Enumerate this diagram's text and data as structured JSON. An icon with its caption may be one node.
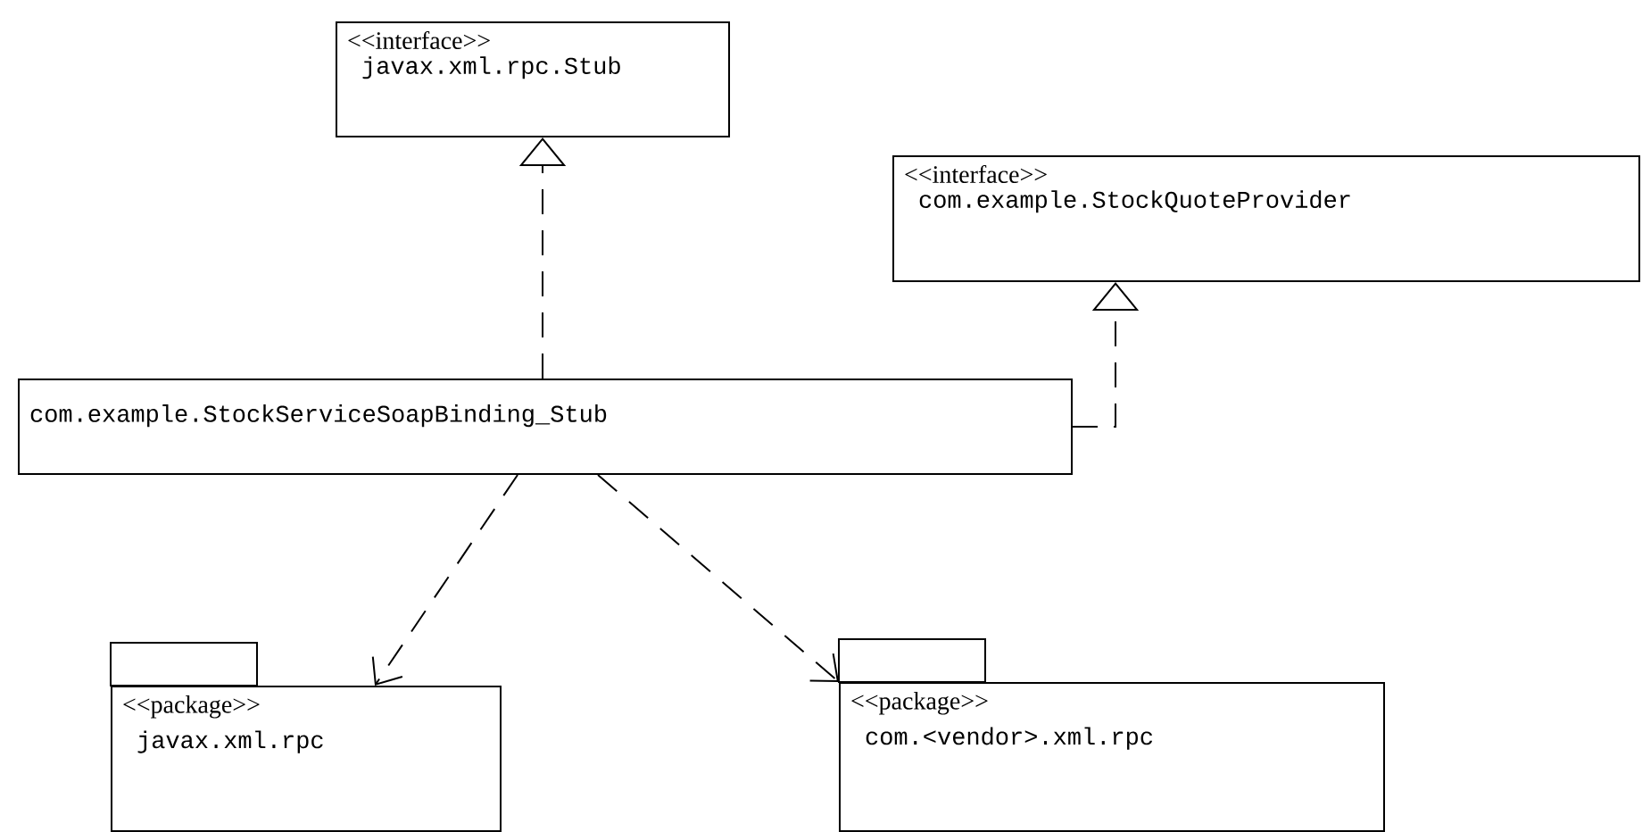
{
  "diagram": {
    "nodes": [
      {
        "text": [
          "<<interface>>",
          "javax.xml.rpc.Stub"
        ]
      },
      {
        "text": [
          "<<interface>>",
          "com.example.StockQuoteProvider"
        ]
      },
      {
        "text": [
          "com.example.StockServiceSoapBinding_Stub"
        ]
      },
      {
        "text": [
          "<<package>>",
          "javax.xml.rpc"
        ]
      },
      {
        "text": [
          "<<package>>",
          "com.<vendor>.xml.rpc"
        ]
      }
    ],
    "edges": [
      {
        "from": 2,
        "to": 0,
        "arrow": "to",
        "style": "dashed"
      },
      {
        "from": 2,
        "to": 1,
        "arrow": "to",
        "style": "dashed"
      },
      {
        "from": 2,
        "to": 3,
        "arrow": "to",
        "style": "dashed"
      },
      {
        "from": 2,
        "to": 4,
        "arrow": "to",
        "style": "dashed"
      }
    ]
  }
}
